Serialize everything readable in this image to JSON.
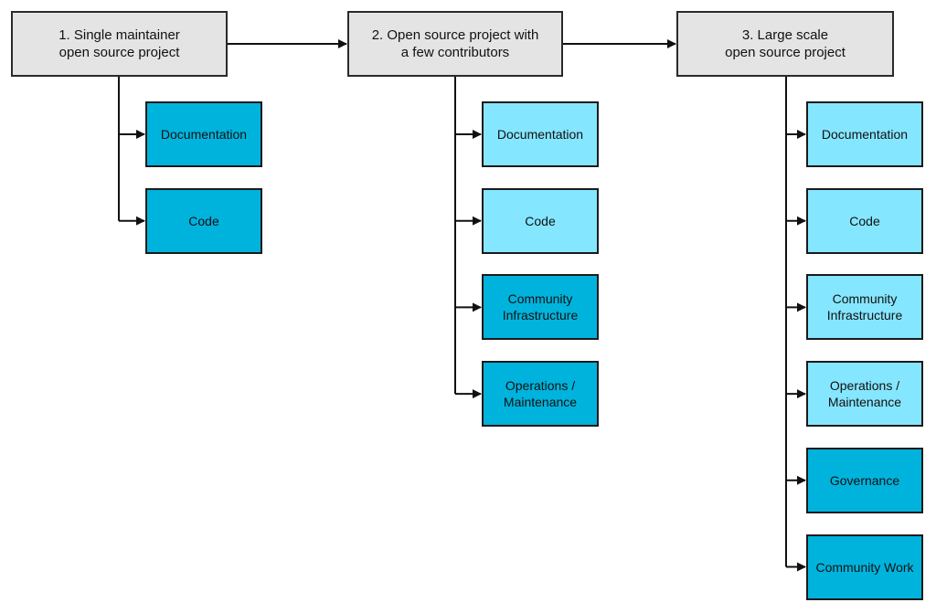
{
  "colors": {
    "stage_fill": "#e4e4e4",
    "item_dark": "#00b3dd",
    "item_light": "#85e6ff",
    "line": "#111111"
  },
  "stages": [
    {
      "label": "1. Single maintainer\nopen source project",
      "items": [
        {
          "label": "Documentation",
          "tone": "dark"
        },
        {
          "label": "Code",
          "tone": "dark"
        }
      ]
    },
    {
      "label": "2. Open source project with\na few contributors",
      "items": [
        {
          "label": "Documentation",
          "tone": "light"
        },
        {
          "label": "Code",
          "tone": "light"
        },
        {
          "label": "Community\nInfrastructure",
          "tone": "dark"
        },
        {
          "label": "Operations /\nMaintenance",
          "tone": "dark"
        }
      ]
    },
    {
      "label": "3. Large scale\nopen source project",
      "items": [
        {
          "label": "Documentation",
          "tone": "light"
        },
        {
          "label": "Code",
          "tone": "light"
        },
        {
          "label": "Community\nInfrastructure",
          "tone": "light"
        },
        {
          "label": "Operations /\nMaintenance",
          "tone": "light"
        },
        {
          "label": "Governance",
          "tone": "dark"
        },
        {
          "label": "Community Work",
          "tone": "dark"
        }
      ]
    }
  ]
}
